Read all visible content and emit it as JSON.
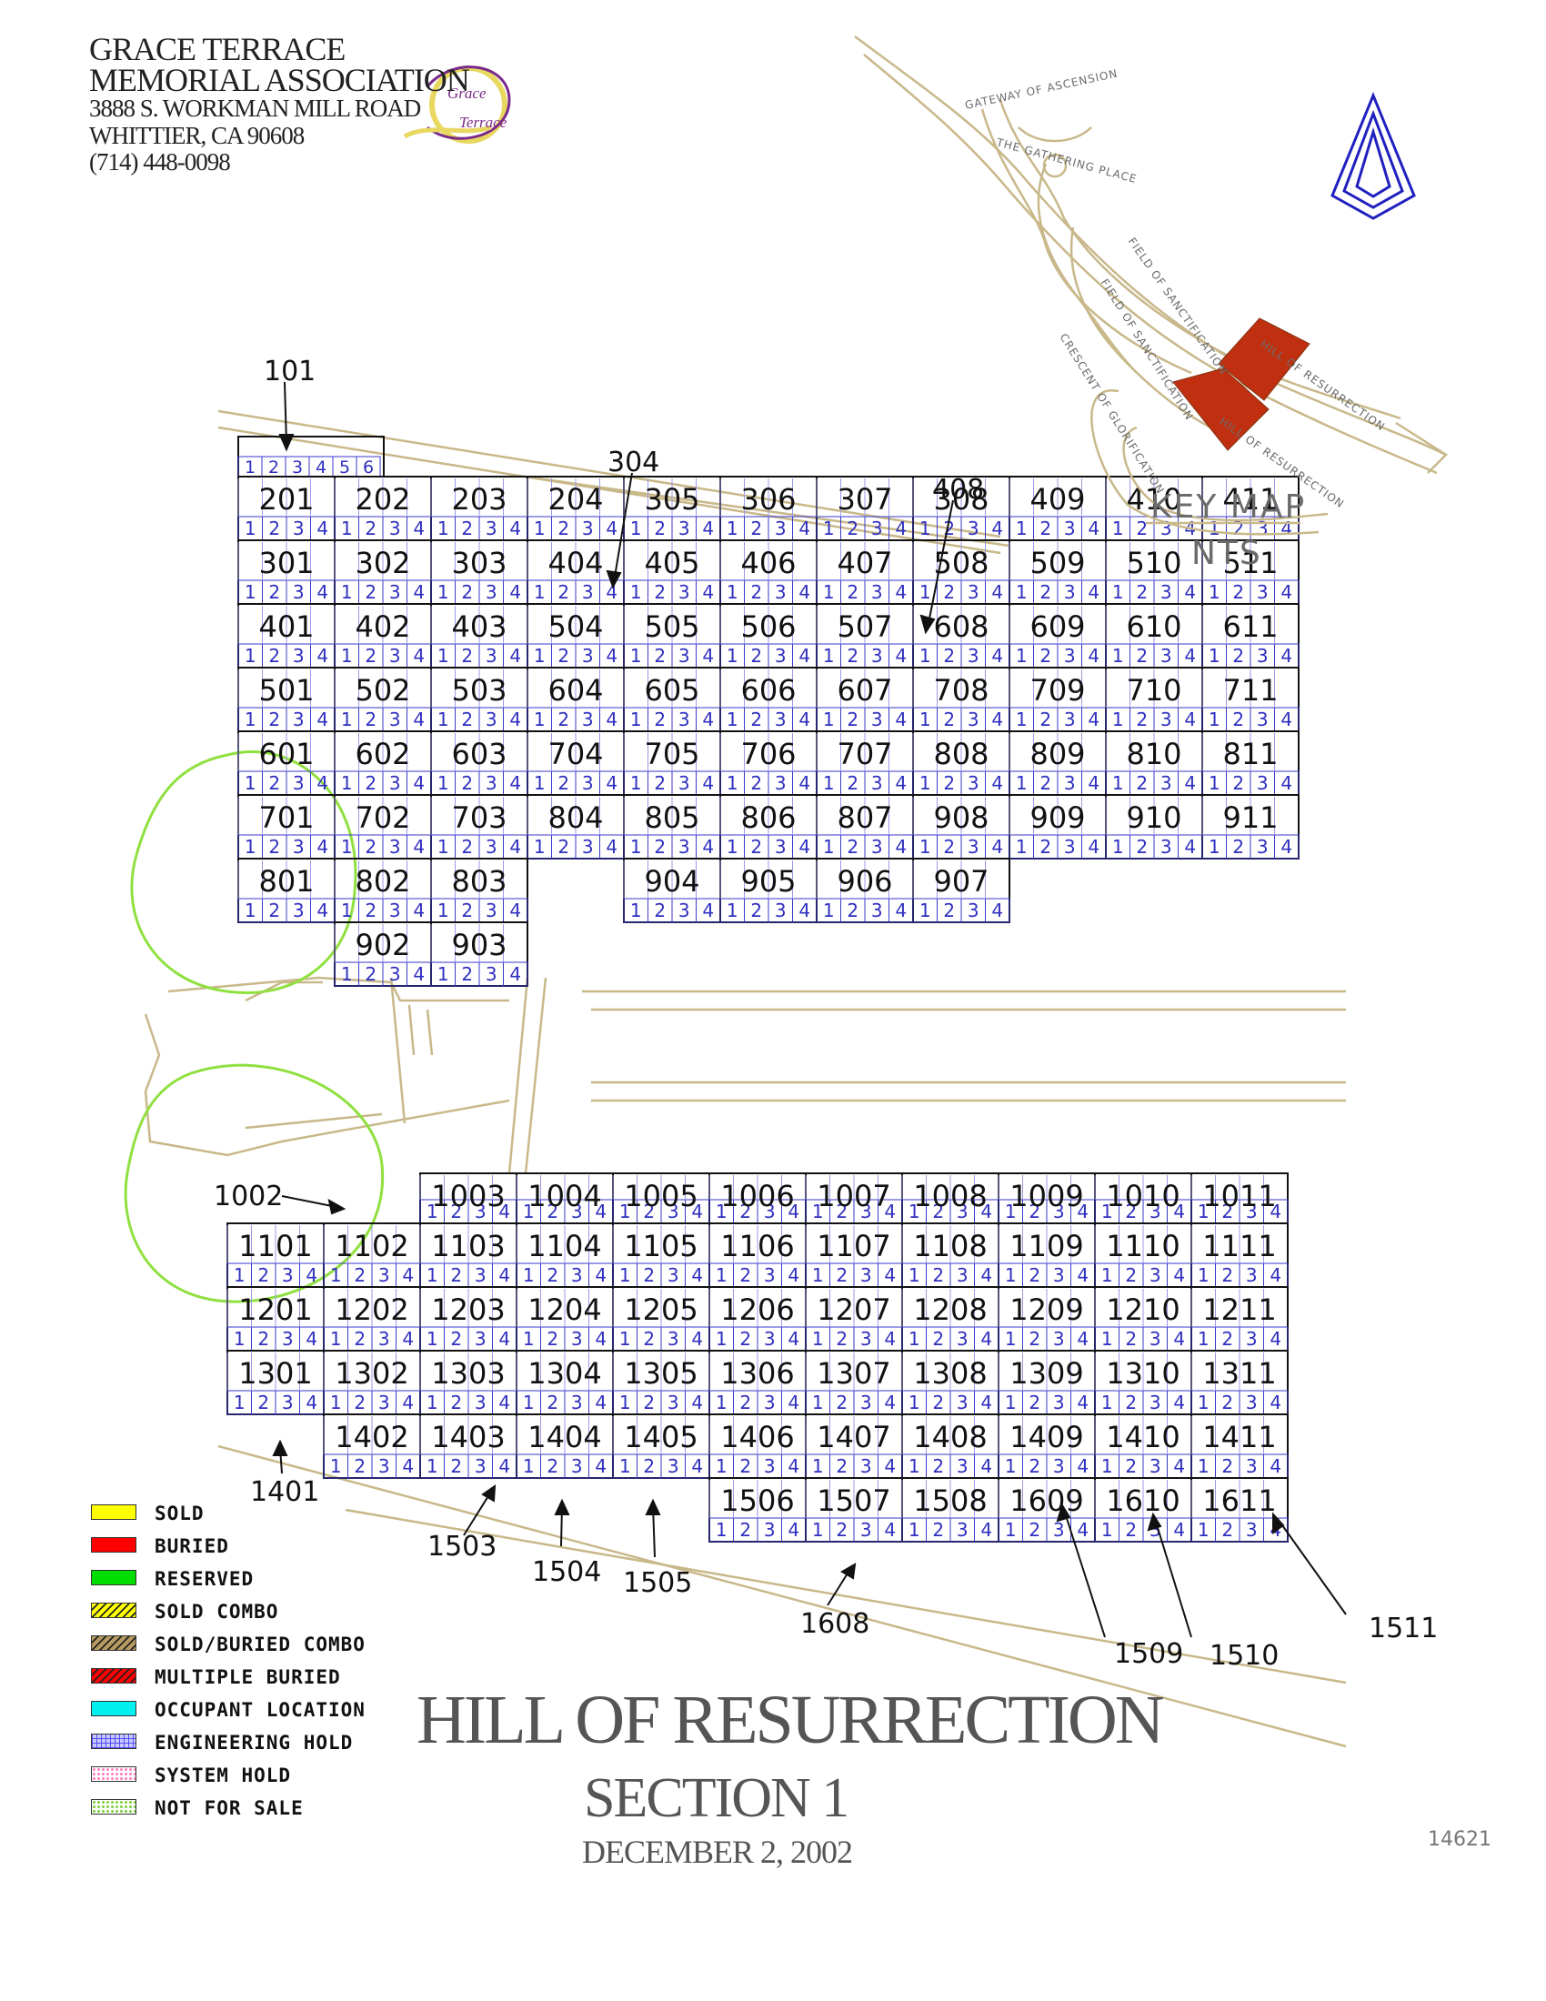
{
  "header": {
    "org_line1": "GRACE TERRACE",
    "org_line2": "MEMORIAL ASSOCIATION",
    "address": "3888 S. WORKMAN MILL ROAD",
    "city": "WHITTIER, CA  90608",
    "phone": "(714) 448-0098",
    "logo_text_1": "Grace",
    "logo_text_2": "Terrace"
  },
  "title": {
    "main": "HILL OF RESURRECTION",
    "section": "SECTION 1",
    "date": "DECEMBER 2, 2002"
  },
  "map_id": "14621",
  "key_map": {
    "title": "KEY MAP",
    "scale": "NTS",
    "labels": [
      "GATEWAY OF ASCENSION",
      "THE GATHERING PLACE",
      "FIELD OF SANCTIFICATION",
      "FIELD OF SANCTIFICATION",
      "CRESCENT OF GLORIFICATION",
      "HILL OF RESURRECTION",
      "HILL OF RESURRECTION"
    ]
  },
  "legend": [
    {
      "label": "SOLD",
      "color": "#ffff00",
      "pattern": "solid"
    },
    {
      "label": "BURIED",
      "color": "#ff0000",
      "pattern": "solid"
    },
    {
      "label": "RESERVED",
      "color": "#00dd00",
      "pattern": "solid"
    },
    {
      "label": "SOLD COMBO",
      "color": "#ffff00",
      "pattern": "hatch-dark"
    },
    {
      "label": "SOLD/BURIED COMBO",
      "color": "#b89a60",
      "pattern": "hatch-dark"
    },
    {
      "label": "MULTIPLE BURIED",
      "color": "#ff0000",
      "pattern": "hatch-dark"
    },
    {
      "label": "OCCUPANT LOCATION",
      "color": "#00f0f0",
      "pattern": "solid"
    },
    {
      "label": "ENGINEERING HOLD",
      "color": "#8080ff",
      "pattern": "grid"
    },
    {
      "label": "SYSTEM HOLD",
      "color": "#ff80c0",
      "pattern": "dots"
    },
    {
      "label": "NOT FOR SALE",
      "color": "#80d040",
      "pattern": "dots"
    }
  ],
  "callouts": [
    "101",
    "304",
    "408",
    "1002",
    "1401",
    "1503",
    "1504",
    "1505",
    "1608",
    "1509",
    "1510",
    "1511"
  ],
  "lots_upper": {
    "rows": [
      [
        "201",
        "202",
        "203",
        "204",
        "305",
        "306",
        "307",
        "308",
        "409",
        "410",
        "411"
      ],
      [
        "301",
        "302",
        "303",
        "404",
        "405",
        "406",
        "407",
        "508",
        "509",
        "510",
        "511"
      ],
      [
        "401",
        "402",
        "403",
        "504",
        "505",
        "506",
        "507",
        "608",
        "609",
        "610",
        "611"
      ],
      [
        "501",
        "502",
        "503",
        "604",
        "605",
        "606",
        "607",
        "708",
        "709",
        "710",
        "711"
      ],
      [
        "601",
        "602",
        "603",
        "704",
        "705",
        "706",
        "707",
        "808",
        "809",
        "810",
        "811"
      ],
      [
        "701",
        "702",
        "703",
        "804",
        "805",
        "806",
        "807",
        "908",
        "909",
        "910",
        "911"
      ],
      [
        "801",
        "802",
        "803",
        "904",
        "905",
        "906",
        "907"
      ],
      [
        "902",
        "903"
      ]
    ]
  },
  "lots_lower": {
    "rows": [
      [
        "1003",
        "1004",
        "1005",
        "1006",
        "1007",
        "1008",
        "1009",
        "1010",
        "1011"
      ],
      [
        "1101",
        "1102",
        "1103",
        "1104",
        "1105",
        "1106",
        "1107",
        "1108",
        "1109",
        "1110",
        "1111"
      ],
      [
        "1201",
        "1202",
        "1203",
        "1204",
        "1205",
        "1206",
        "1207",
        "1208",
        "1209",
        "1210",
        "1211"
      ],
      [
        "1301",
        "1302",
        "1303",
        "1304",
        "1305",
        "1306",
        "1307",
        "1308",
        "1309",
        "1310",
        "1311"
      ],
      [
        "1402",
        "1403",
        "1404",
        "1405",
        "1406",
        "1407",
        "1408",
        "1409",
        "1410",
        "1411"
      ],
      [
        "1506",
        "1507",
        "1508",
        "1609",
        "1610",
        "1611"
      ]
    ]
  }
}
